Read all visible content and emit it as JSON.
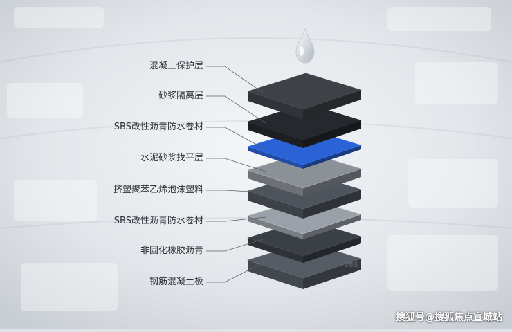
{
  "diagram": {
    "layers": [
      {
        "label": "混凝土保护层",
        "fill": "#3e4146"
      },
      {
        "label": "砂浆隔离层",
        "fill": "#25282d"
      },
      {
        "label": "SBS改性沥青防水卷材",
        "fill": "#2b63d6"
      },
      {
        "label": "水泥砂浆找平层",
        "fill": "#8c9197"
      },
      {
        "label": "挤塑聚苯乙烯泡沫塑料",
        "fill": "#4e545c"
      },
      {
        "label": "SBS改性沥青防水卷材",
        "fill": "#9ba1a8"
      },
      {
        "label": "非固化橡胶沥青",
        "fill": "#3b4046"
      },
      {
        "label": "钢筋混凝土板",
        "fill": "#565c64"
      }
    ],
    "note": "示意图",
    "watermark": "搜狐号@搜狐焦点宣城站"
  }
}
